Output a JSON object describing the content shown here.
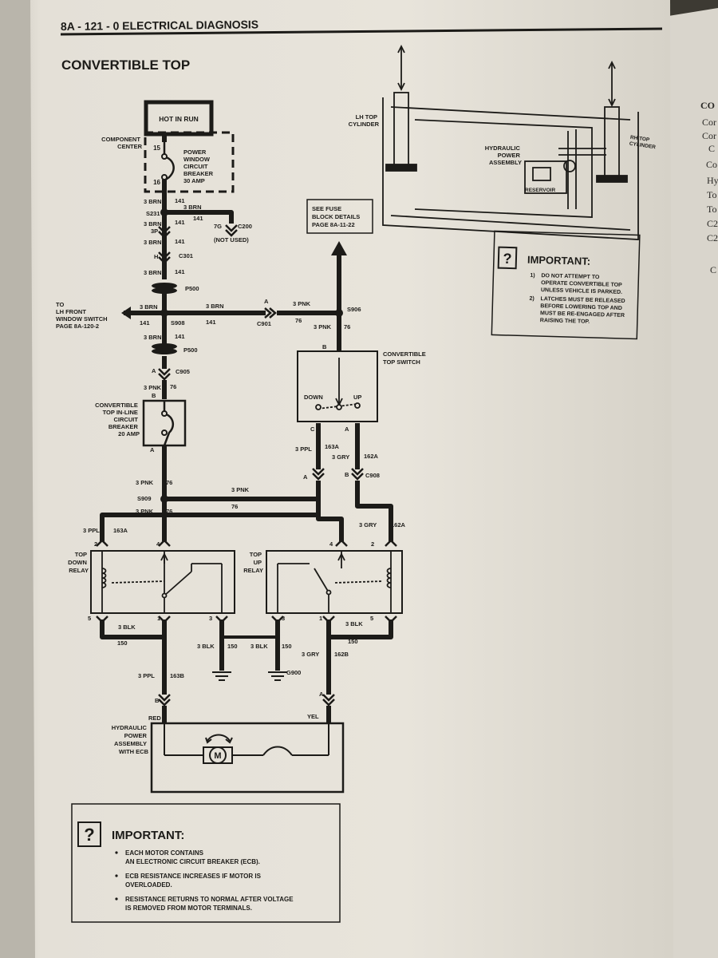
{
  "page": {
    "header": "8A - 121 - 0 ELECTRICAL DIAGNOSIS",
    "title": "CONVERTIBLE TOP",
    "margin_letters": [
      "CO",
      "Cor",
      "Cor",
      "C",
      "Co",
      "Hy",
      "To",
      "To",
      "C2",
      "C2",
      "C"
    ]
  },
  "labels": {
    "hot_in_run": "HOT IN RUN",
    "component_center": [
      "COMPONENT",
      "CENTER"
    ],
    "power_window_cb": [
      "POWER",
      "WINDOW",
      "CIRCUIT",
      "BREAKER",
      "30 AMP"
    ],
    "pin15": "15",
    "pin16": "16",
    "w_3brn": "3 BRN",
    "c141": "141",
    "s231": "S231",
    "p7g": "7G",
    "c200": "C200",
    "not_used": "(NOT USED)",
    "p3p": "3P",
    "h": "H",
    "c301": "C301",
    "p500": "P500",
    "to_lh_front": [
      "TO",
      "LH FRONT",
      "WINDOW SWITCH",
      "PAGE 8A-120-2"
    ],
    "s908": "S908",
    "a": "A",
    "b": "B",
    "c": "C",
    "c901": "C901",
    "w_3pnk": "3 PNK",
    "c76": "76",
    "s906": "S906",
    "see_fuse": [
      "SEE FUSE",
      "BLOCK DETAILS",
      "PAGE 8A-11-22"
    ],
    "c905": "C905",
    "conv_top_switch": [
      "CONVERTIBLE",
      "TOP SWITCH"
    ],
    "down": "DOWN",
    "up": "UP",
    "inline_cb": [
      "CONVERTIBLE",
      "TOP IN-LINE",
      "CIRCUIT",
      "BREAKER",
      "20 AMP"
    ],
    "w_3ppl": "3 PPL",
    "c163a": "163A",
    "w_3gry": "3 GRY",
    "c162a": "162A",
    "c908": "C908",
    "s909": "S909",
    "top_down_relay": [
      "TOP",
      "DOWN",
      "RELAY"
    ],
    "top_up_relay": [
      "TOP",
      "UP",
      "RELAY"
    ],
    "p1": "1",
    "p2": "2",
    "p3": "3",
    "p4": "4",
    "p5": "5",
    "w_3blk": "3 BLK",
    "c150": "150",
    "c163b": "163B",
    "c162b": "162B",
    "g900": "G900",
    "red": "RED",
    "yel": "YEL",
    "hyd_power": [
      "HYDRAULIC",
      "POWER",
      "ASSEMBLY",
      "WITH ECB"
    ],
    "motor": "M",
    "lh_top_cyl": [
      "LH TOP",
      "CYLINDER"
    ],
    "rh_top_cyl": [
      "RH TOP",
      "CYLINDER"
    ],
    "hyd_assembly": [
      "HYDRAULIC",
      "POWER",
      "ASSEMBLY"
    ],
    "reservoir": "RESERVOIR"
  },
  "important_top": {
    "title": "IMPORTANT:",
    "items": [
      [
        "1)",
        "DO NOT ATTEMPT TO",
        "OPERATE CONVERTIBLE TOP",
        "UNLESS VEHICLE IS PARKED."
      ],
      [
        "2)",
        "LATCHES MUST BE RELEASED",
        "BEFORE LOWERING TOP AND",
        "MUST BE RE-ENGAGED AFTER",
        "RAISING THE TOP."
      ]
    ]
  },
  "important_bottom": {
    "title": "IMPORTANT:",
    "items": [
      [
        "EACH MOTOR CONTAINS",
        "AN ELECTRONIC CIRCUIT BREAKER (ECB)."
      ],
      [
        "ECB RESISTANCE INCREASES IF MOTOR IS",
        "OVERLOADED."
      ],
      [
        "RESISTANCE RETURNS TO NORMAL AFTER VOLTAGE",
        "IS REMOVED FROM MOTOR TERMINALS."
      ]
    ]
  },
  "colors": {
    "paper": "#e6e2d9",
    "ink": "#1c1b18",
    "shadow": "#3d3a33"
  }
}
